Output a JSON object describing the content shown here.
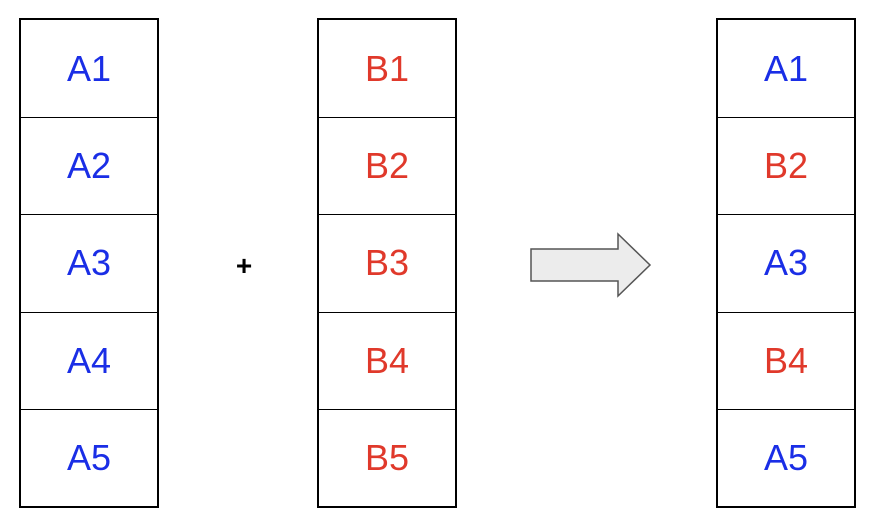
{
  "colors": {
    "a_text": "#1a2ee6",
    "b_text": "#e0392b",
    "border": "#000000",
    "arrow_fill": "#ececec",
    "arrow_stroke": "#555555"
  },
  "column_a": {
    "cells": [
      {
        "label": "A1",
        "color": "#1a2ee6"
      },
      {
        "label": "A2",
        "color": "#1a2ee6"
      },
      {
        "label": "A3",
        "color": "#1a2ee6"
      },
      {
        "label": "A4",
        "color": "#1a2ee6"
      },
      {
        "label": "A5",
        "color": "#1a2ee6"
      }
    ]
  },
  "operator": {
    "symbol": "+"
  },
  "column_b": {
    "cells": [
      {
        "label": "B1",
        "color": "#e0392b"
      },
      {
        "label": "B2",
        "color": "#e0392b"
      },
      {
        "label": "B3",
        "color": "#e0392b"
      },
      {
        "label": "B4",
        "color": "#e0392b"
      },
      {
        "label": "B5",
        "color": "#e0392b"
      }
    ]
  },
  "arrow": {
    "icon": "right-arrow-icon"
  },
  "column_result": {
    "cells": [
      {
        "label": "A1",
        "color": "#1a2ee6"
      },
      {
        "label": "B2",
        "color": "#e0392b"
      },
      {
        "label": "A3",
        "color": "#1a2ee6"
      },
      {
        "label": "B4",
        "color": "#e0392b"
      },
      {
        "label": "A5",
        "color": "#1a2ee6"
      }
    ]
  }
}
